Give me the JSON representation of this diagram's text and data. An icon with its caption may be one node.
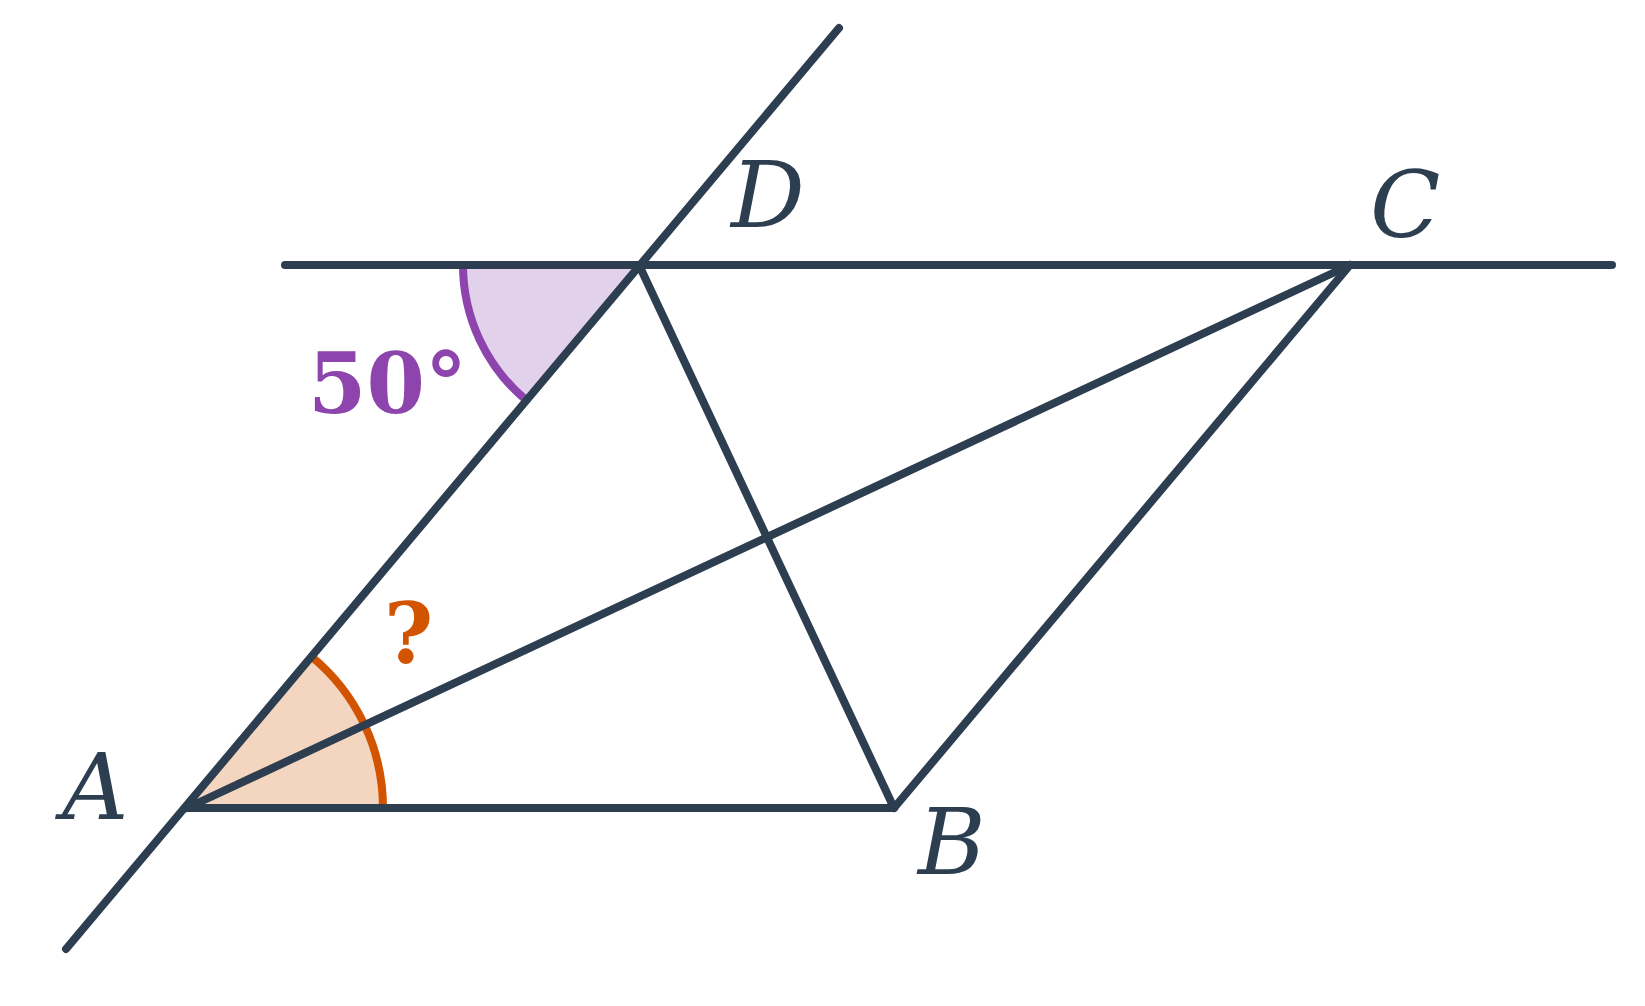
{
  "diagram": {
    "labels": [
      "D",
      "C",
      "50°",
      "?",
      "A",
      "B"
    ]
  }
}
